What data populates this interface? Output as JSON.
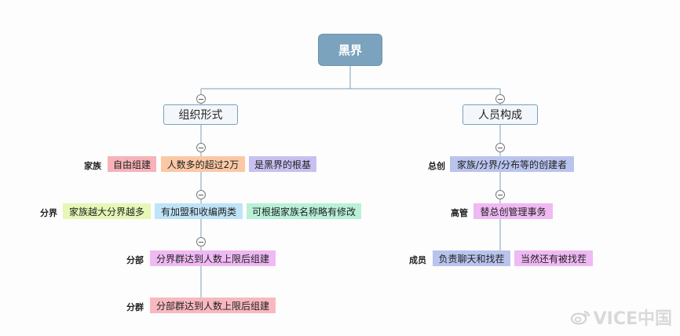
{
  "root": {
    "label": "黑界"
  },
  "left": {
    "label": "组织形式",
    "rows": [
      {
        "label": "家族",
        "tags": [
          "自由组建",
          "人数多的超过2万",
          "是黑界的根基"
        ]
      },
      {
        "label": "分界",
        "tags": [
          "家族越大分界越多",
          "有加盟和收编两类",
          "可根据家族名称略有修改"
        ]
      },
      {
        "label": "分部",
        "tags": [
          "分界群达到人数上限后组建"
        ]
      },
      {
        "label": "分群",
        "tags": [
          "分部群达到人数上限后组建"
        ]
      }
    ]
  },
  "right": {
    "label": "人员构成",
    "rows": [
      {
        "label": "总创",
        "tags": [
          "家族/分界/分布等的创建者"
        ]
      },
      {
        "label": "高管",
        "tags": [
          "替总创管理事务"
        ]
      },
      {
        "label": "成员",
        "tags": [
          "负责聊天和找茬",
          "当然还有被找茬"
        ]
      }
    ]
  },
  "watermark": "VICE中国"
}
